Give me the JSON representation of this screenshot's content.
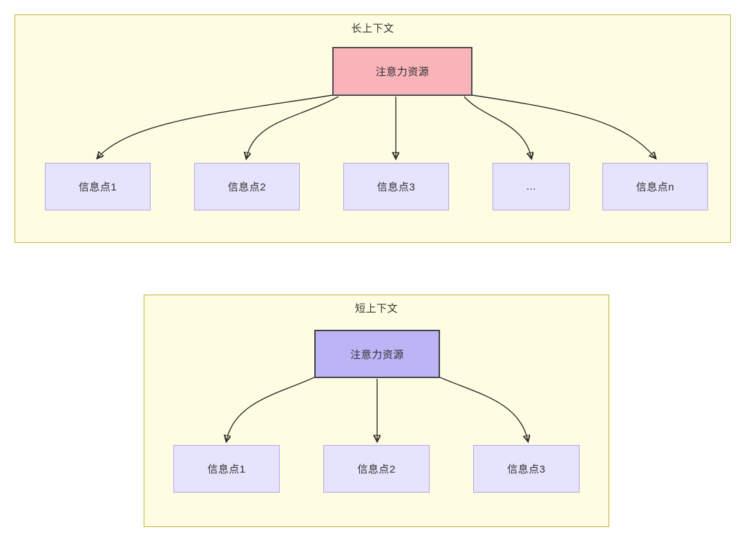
{
  "diagram": {
    "title_long": "长上下文",
    "title_short": "短上下文",
    "colors": {
      "panel_fill": "#fffde1",
      "panel_border": "#bdb434",
      "info_fill": "#e6e3fc",
      "info_border": "#b99ff0",
      "attention_long_fill": "#f8b4b8",
      "attention_short_fill": "#bcb4f5",
      "node_stroke": "#3f3f46",
      "edge_stroke": "#2b2b2b"
    },
    "long_context": {
      "panel_label": "长上下文",
      "attention_node": {
        "label": "注意力资源"
      },
      "info_nodes": [
        {
          "label": "信息点1"
        },
        {
          "label": "信息点2"
        },
        {
          "label": "信息点3"
        },
        {
          "label": "..."
        },
        {
          "label": "信息点n"
        }
      ]
    },
    "short_context": {
      "panel_label": "短上下文",
      "attention_node": {
        "label": "注意力资源"
      },
      "info_nodes": [
        {
          "label": "信息点1"
        },
        {
          "label": "信息点2"
        },
        {
          "label": "信息点3"
        }
      ]
    }
  }
}
